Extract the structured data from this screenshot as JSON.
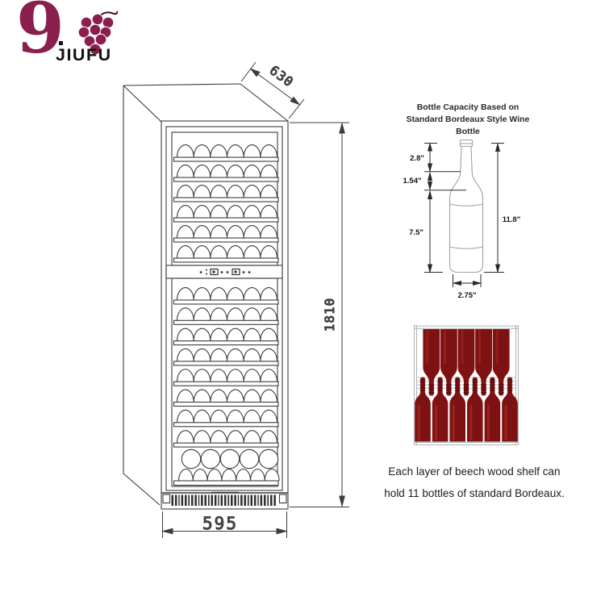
{
  "logo": {
    "numeral": "9",
    "brand": "JIUFU",
    "grape_icon": "grape-bunch-icon",
    "accent_color": "#8a1e4c"
  },
  "drawing": {
    "type": "wine-cooler-technical-drawing",
    "dimensions": {
      "depth": "630",
      "height": "1810",
      "width": "595"
    },
    "upper_zone_rows": 6,
    "lower_zone_rows": 8,
    "bottles_per_row": 6,
    "line_color": "#3c3c3c"
  },
  "bottle_panel": {
    "title_line1": "Bottle Capacity Based on",
    "title_line2": "Standard Bordeaux Style Wine Bottle",
    "labels": {
      "neck_height": "2.8\"",
      "shoulder_height": "1.54\"",
      "body_height": "7.5\"",
      "total_height": "11.8\"",
      "base_width": "2.75\""
    }
  },
  "shelf_panel": {
    "caption_line1": "Each layer of beech wood shelf can",
    "caption_line2": "hold 11 bottles of standard Bordeaux.",
    "top_row_bottles": 5,
    "bottom_row_bottles": 6,
    "bottle_color": "#7e1213"
  }
}
